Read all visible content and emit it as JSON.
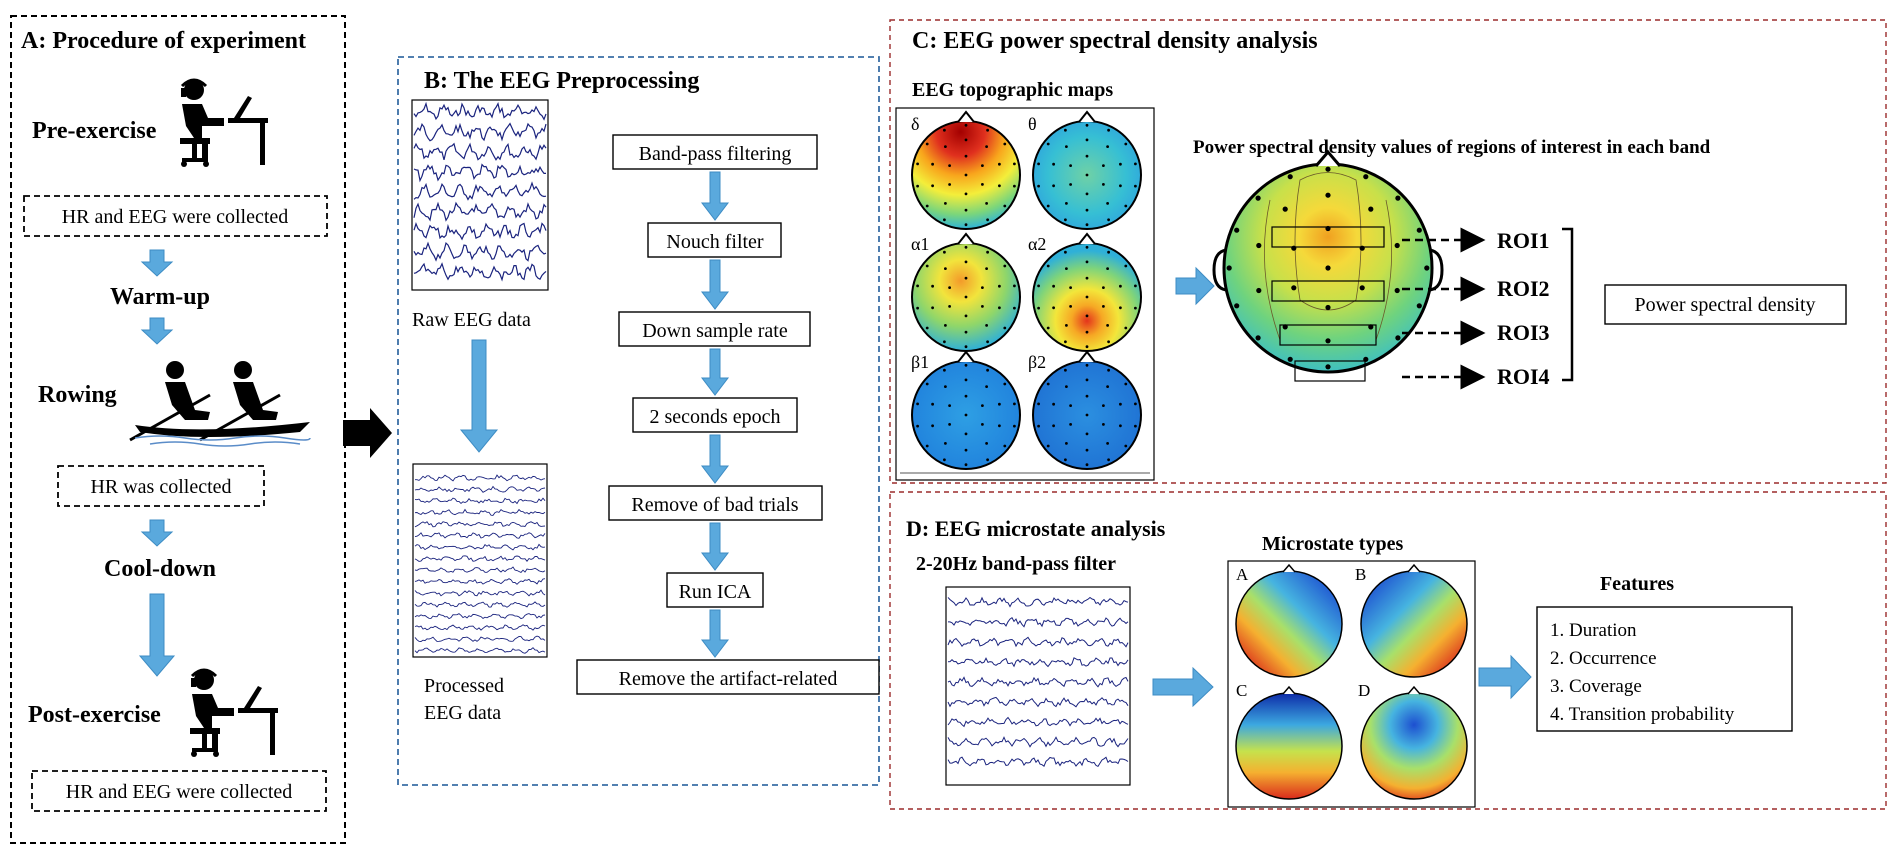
{
  "panel_a": {
    "title": "A: Procedure of experiment",
    "pre_exercise": "Pre-exercise",
    "pre_box": "HR and EEG were collected",
    "warmup": "Warm-up",
    "rowing": "Rowing",
    "rowing_box": "HR was collected",
    "cooldown": "Cool-down",
    "post_exercise": "Post-exercise",
    "post_box": "HR and EEG were collected"
  },
  "panel_b": {
    "title": "B: The EEG Preprocessing",
    "raw_label": "Raw EEG data",
    "processed_label_1": "Processed",
    "processed_label_2": "EEG data",
    "steps": [
      "Band-pass filtering",
      "Nouch filter",
      "Down sample rate",
      "2 seconds epoch",
      "Remove of bad trials",
      "Run ICA",
      "Remove the artifact-related"
    ]
  },
  "panel_c": {
    "title": "C: EEG power spectral density analysis",
    "maps_title": "EEG topographic maps",
    "band_labels": [
      "δ",
      "θ",
      "α1",
      "α2",
      "β1",
      "β2"
    ],
    "psd_title": "Power spectral density values of regions of interest in each band",
    "rois": [
      "ROI1",
      "ROI2",
      "ROI3",
      "ROI4"
    ],
    "psd_box": "Power spectral density"
  },
  "panel_d": {
    "title": "D: EEG microstate analysis",
    "filter_label": "2-20Hz band-pass filter",
    "types_title": "Microstate types",
    "type_labels": [
      "A",
      "B",
      "C",
      "D"
    ],
    "features_title": "Features",
    "features": [
      "1. Duration",
      "2. Occurrence",
      "3. Coverage",
      "4. Transition probability"
    ]
  },
  "colors": {
    "arrow": "#5aa9dd",
    "panel_b_border": "#3a6ea5",
    "panel_cd_border": "#9b2c2c"
  }
}
